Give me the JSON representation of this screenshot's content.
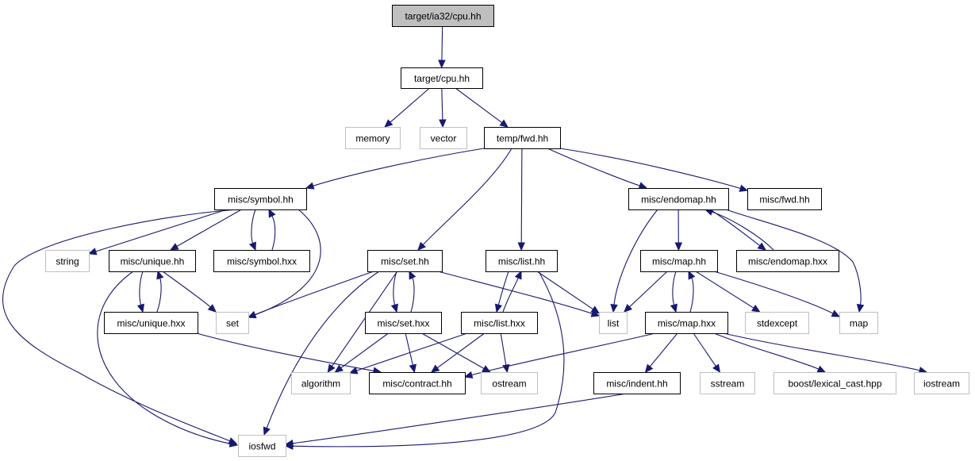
{
  "diagram": {
    "type": "include-dependency-graph",
    "colors": {
      "edge": "#191970",
      "root_fill": "#bfbfbf",
      "node_border": "#000000",
      "external_border": "#bfbfbf"
    },
    "nodes": [
      {
        "id": "cpu_ia32",
        "label": "target/ia32/cpu.hh",
        "kind": "root"
      },
      {
        "id": "target_cpu",
        "label": "target/cpu.hh",
        "kind": "file"
      },
      {
        "id": "memory",
        "label": "memory",
        "kind": "external"
      },
      {
        "id": "vector",
        "label": "vector",
        "kind": "external"
      },
      {
        "id": "temp_fwd",
        "label": "temp/fwd.hh",
        "kind": "file"
      },
      {
        "id": "symbol_hh",
        "label": "misc/symbol.hh",
        "kind": "file"
      },
      {
        "id": "endomap_hh",
        "label": "misc/endomap.hh",
        "kind": "file"
      },
      {
        "id": "misc_fwd",
        "label": "misc/fwd.hh",
        "kind": "file"
      },
      {
        "id": "string",
        "label": "string",
        "kind": "external"
      },
      {
        "id": "unique_hh",
        "label": "misc/unique.hh",
        "kind": "file"
      },
      {
        "id": "symbol_hxx",
        "label": "misc/symbol.hxx",
        "kind": "file"
      },
      {
        "id": "set_hh",
        "label": "misc/set.hh",
        "kind": "file"
      },
      {
        "id": "list_hh",
        "label": "misc/list.hh",
        "kind": "file"
      },
      {
        "id": "map_hh",
        "label": "misc/map.hh",
        "kind": "file"
      },
      {
        "id": "endomap_hxx",
        "label": "misc/endomap.hxx",
        "kind": "file"
      },
      {
        "id": "unique_hxx",
        "label": "misc/unique.hxx",
        "kind": "file"
      },
      {
        "id": "set",
        "label": "set",
        "kind": "external"
      },
      {
        "id": "set_hxx",
        "label": "misc/set.hxx",
        "kind": "file"
      },
      {
        "id": "list_hxx",
        "label": "misc/list.hxx",
        "kind": "file"
      },
      {
        "id": "list",
        "label": "list",
        "kind": "external"
      },
      {
        "id": "map_hxx",
        "label": "misc/map.hxx",
        "kind": "file"
      },
      {
        "id": "stdexcept",
        "label": "stdexcept",
        "kind": "external"
      },
      {
        "id": "map",
        "label": "map",
        "kind": "external"
      },
      {
        "id": "algorithm",
        "label": "algorithm",
        "kind": "external"
      },
      {
        "id": "contract_hh",
        "label": "misc/contract.hh",
        "kind": "file"
      },
      {
        "id": "ostream",
        "label": "ostream",
        "kind": "external"
      },
      {
        "id": "indent_hh",
        "label": "misc/indent.hh",
        "kind": "file"
      },
      {
        "id": "sstream",
        "label": "sstream",
        "kind": "external"
      },
      {
        "id": "lexical_cast",
        "label": "boost/lexical_cast.hpp",
        "kind": "external"
      },
      {
        "id": "iostream",
        "label": "iostream",
        "kind": "external"
      },
      {
        "id": "iosfwd",
        "label": "iosfwd",
        "kind": "external"
      }
    ],
    "edges": [
      [
        "cpu_ia32",
        "target_cpu"
      ],
      [
        "target_cpu",
        "memory"
      ],
      [
        "target_cpu",
        "vector"
      ],
      [
        "target_cpu",
        "temp_fwd"
      ],
      [
        "temp_fwd",
        "symbol_hh"
      ],
      [
        "temp_fwd",
        "set_hh"
      ],
      [
        "temp_fwd",
        "list_hh"
      ],
      [
        "temp_fwd",
        "endomap_hh"
      ],
      [
        "temp_fwd",
        "misc_fwd"
      ],
      [
        "symbol_hh",
        "string"
      ],
      [
        "symbol_hh",
        "unique_hh"
      ],
      [
        "symbol_hh",
        "symbol_hxx"
      ],
      [
        "symbol_hh",
        "set"
      ],
      [
        "symbol_hh",
        "iosfwd"
      ],
      [
        "symbol_hxx",
        "symbol_hh"
      ],
      [
        "unique_hh",
        "unique_hxx"
      ],
      [
        "unique_hh",
        "set"
      ],
      [
        "unique_hh",
        "iosfwd"
      ],
      [
        "unique_hxx",
        "unique_hh"
      ],
      [
        "unique_hxx",
        "contract_hh"
      ],
      [
        "set_hh",
        "set"
      ],
      [
        "set_hh",
        "set_hxx"
      ],
      [
        "set_hh",
        "list"
      ],
      [
        "set_hh",
        "algorithm"
      ],
      [
        "set_hh",
        "iosfwd"
      ],
      [
        "set_hxx",
        "set_hh"
      ],
      [
        "set_hxx",
        "algorithm"
      ],
      [
        "set_hxx",
        "contract_hh"
      ],
      [
        "set_hxx",
        "ostream"
      ],
      [
        "list_hh",
        "list_hxx"
      ],
      [
        "list_hh",
        "list"
      ],
      [
        "list_hh",
        "iosfwd"
      ],
      [
        "list_hxx",
        "list_hh"
      ],
      [
        "list_hxx",
        "algorithm"
      ],
      [
        "list_hxx",
        "contract_hh"
      ],
      [
        "list_hxx",
        "ostream"
      ],
      [
        "endomap_hh",
        "list"
      ],
      [
        "endomap_hh",
        "map_hh"
      ],
      [
        "endomap_hh",
        "endomap_hxx"
      ],
      [
        "endomap_hh",
        "map"
      ],
      [
        "endomap_hxx",
        "endomap_hh"
      ],
      [
        "map_hh",
        "list"
      ],
      [
        "map_hh",
        "map_hxx"
      ],
      [
        "map_hh",
        "stdexcept"
      ],
      [
        "map_hh",
        "map"
      ],
      [
        "map_hxx",
        "map_hh"
      ],
      [
        "map_hxx",
        "contract_hh"
      ],
      [
        "map_hxx",
        "indent_hh"
      ],
      [
        "map_hxx",
        "sstream"
      ],
      [
        "map_hxx",
        "lexical_cast"
      ],
      [
        "map_hxx",
        "iostream"
      ],
      [
        "indent_hh",
        "iosfwd"
      ]
    ]
  }
}
